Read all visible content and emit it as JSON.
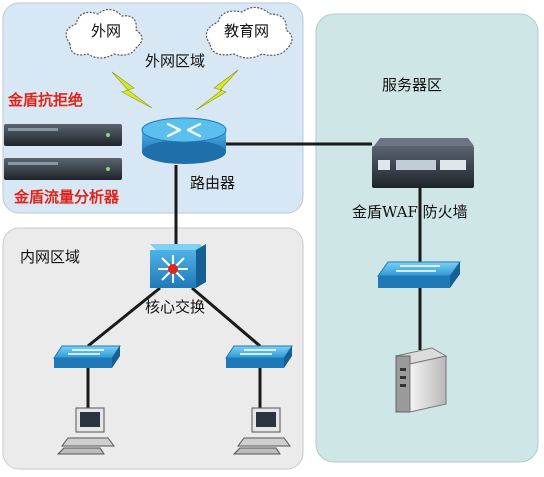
{
  "zones": {
    "external_area": "外网区域",
    "server_area": "服务器区",
    "internal_area": "内网区域"
  },
  "clouds": {
    "internet": "外网",
    "education_net": "教育网"
  },
  "devices": {
    "anti_ddos": "金盾抗拒绝",
    "traffic_analyzer": "金盾流量分析器",
    "router": "路由器",
    "waf": "金盾WAF 防火墙",
    "core_switch": "核心交换"
  },
  "colors": {
    "external_zone_fill": "#d7e8f4",
    "server_zone_fill": "#cfe6e6",
    "internal_zone_fill": "#ebebeb",
    "device_blue": "#2a9ad6",
    "label_red": "#e0251b",
    "lightning": "#d6e82a",
    "link": "#1a1a1a"
  }
}
